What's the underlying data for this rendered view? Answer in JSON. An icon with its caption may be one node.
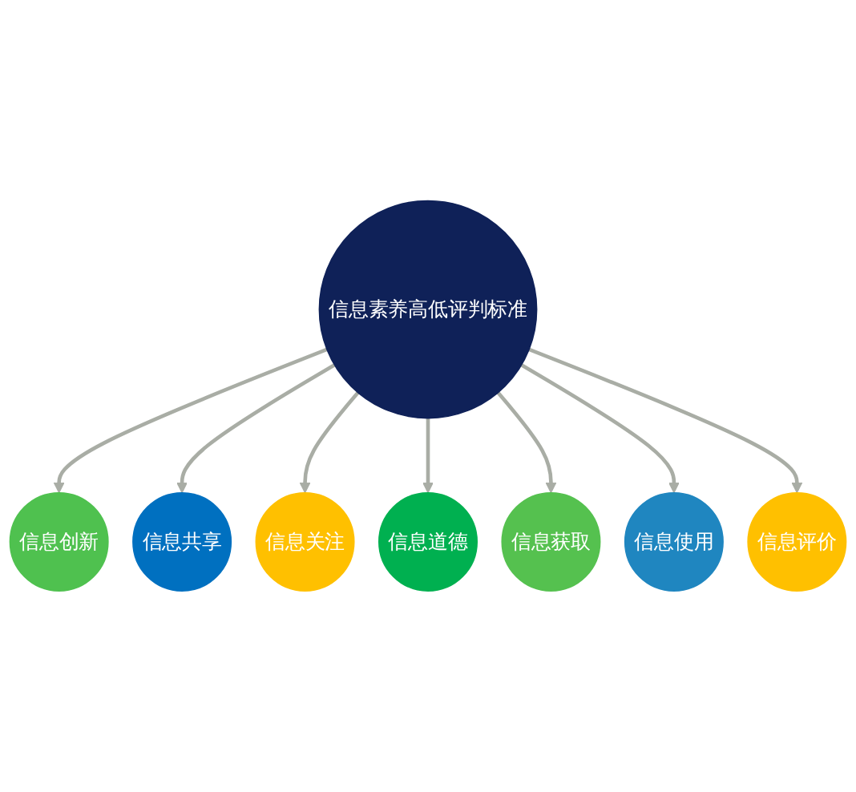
{
  "diagram": {
    "nodes": [
      {
        "text": [
          "信息素养高低评判标准"
        ]
      },
      {
        "text": [
          "信息创新"
        ]
      },
      {
        "text": [
          "信息共享"
        ]
      },
      {
        "text": [
          "信息关注"
        ]
      },
      {
        "text": [
          "信息道德"
        ]
      },
      {
        "text": [
          "信息获取"
        ]
      },
      {
        "text": [
          "信息使用"
        ]
      },
      {
        "text": [
          "信息评价"
        ]
      }
    ],
    "edges": [
      {
        "from": 0,
        "to": 1,
        "arrow": "to"
      },
      {
        "from": 0,
        "to": 2,
        "arrow": "to"
      },
      {
        "from": 0,
        "to": 3,
        "arrow": "to"
      },
      {
        "from": 0,
        "to": 4,
        "arrow": "to"
      },
      {
        "from": 0,
        "to": 5,
        "arrow": "to"
      },
      {
        "from": 0,
        "to": 6,
        "arrow": "to"
      },
      {
        "from": 0,
        "to": 7,
        "arrow": "to"
      }
    ]
  }
}
